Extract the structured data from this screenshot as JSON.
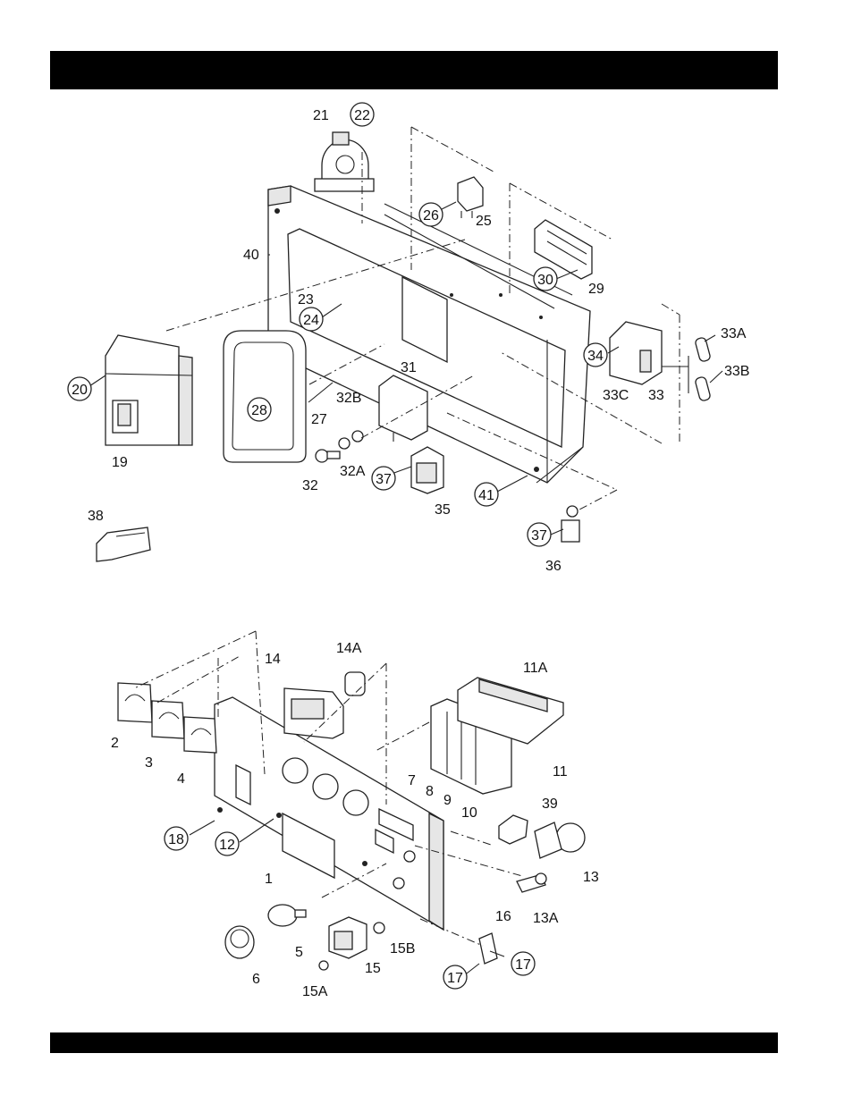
{
  "header": {
    "title": ""
  },
  "footer": {
    "text": ""
  },
  "callouts": {
    "c19": "19",
    "c20": "20",
    "c21": "21",
    "c22": "22",
    "c23": "23",
    "c24": "24",
    "c25": "25",
    "c26": "26",
    "c27": "27",
    "c28": "28",
    "c29": "29",
    "c30": "30",
    "c31": "31",
    "c32": "32",
    "c32A": "32A",
    "c32B": "32B",
    "c33": "33",
    "c33A": "33A",
    "c33B": "33B",
    "c33C": "33C",
    "c34": "34",
    "c35": "35",
    "c36": "36",
    "c37a": "37",
    "c37b": "37",
    "c38": "38",
    "c40": "40",
    "c41": "41",
    "c1": "1",
    "c2": "2",
    "c3": "3",
    "c4": "4",
    "c5": "5",
    "c6": "6",
    "c7": "7",
    "c8": "8",
    "c9": "9",
    "c10": "10",
    "c11A": "11A",
    "c11": "11",
    "c12": "12",
    "c13": "13",
    "c13A": "13A",
    "c14": "14",
    "c14A": "14A",
    "c15": "15",
    "c15A": "15A",
    "c15B": "15B",
    "c16": "16",
    "c17a": "17",
    "c17b": "17",
    "c18": "18",
    "c39": "39"
  }
}
